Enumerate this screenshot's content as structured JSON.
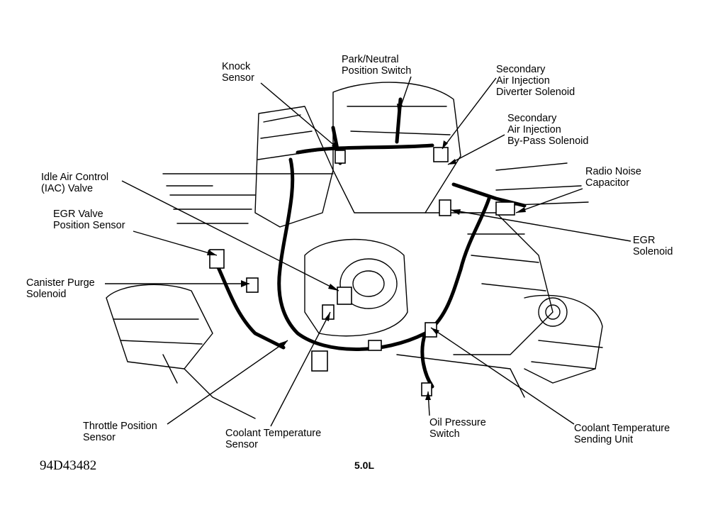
{
  "diagram": {
    "labels": {
      "knock_sensor": [
        "Knock",
        "Sensor"
      ],
      "park_neutral": [
        "Park/Neutral",
        "Position Switch"
      ],
      "sec_air_diverter": [
        "Secondary",
        "Air Injection",
        "Diverter Solenoid"
      ],
      "sec_air_bypass": [
        "Secondary",
        "Air Injection",
        "By-Pass Solenoid"
      ],
      "idle_air_control": [
        "Idle Air Control",
        "(IAC) Valve"
      ],
      "radio_noise": [
        "Radio Noise",
        "Capacitor"
      ],
      "egr_valve_position": [
        "EGR Valve",
        "Position Sensor"
      ],
      "egr_solenoid": [
        "EGR",
        "Solenoid"
      ],
      "canister_purge": [
        "Canister Purge",
        "Solenoid"
      ],
      "throttle_position": [
        "Throttle Position",
        "Sensor"
      ],
      "coolant_temp_sensor": [
        "Coolant Temperature",
        "Sensor"
      ],
      "oil_pressure": [
        "Oil Pressure",
        "Switch"
      ],
      "coolant_temp_sending": [
        "Coolant Temperature",
        "Sending Unit"
      ]
    },
    "figure_code": "94D43482",
    "engine": "5.0L"
  }
}
